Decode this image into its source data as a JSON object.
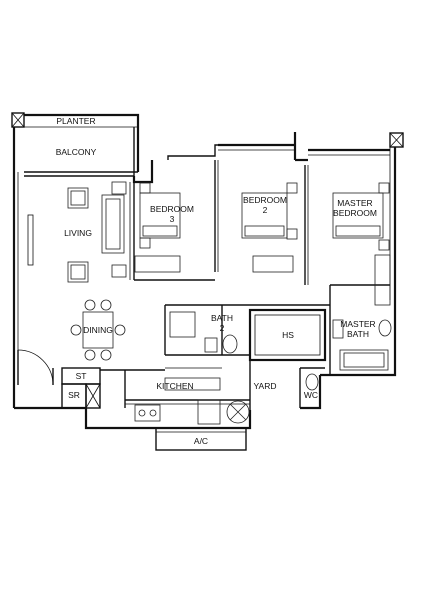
{
  "rooms": {
    "planter": "PLANTER",
    "balcony": "BALCONY",
    "living": "LIVING",
    "bedroom3": [
      "BEDROOM",
      "3"
    ],
    "bedroom2": [
      "BEDROOM",
      "2"
    ],
    "master_bedroom": [
      "MASTER",
      "BEDROOM"
    ],
    "dining": "DINING",
    "bath2": [
      "BATH",
      "2"
    ],
    "hs": "HS",
    "master_bath": [
      "MASTER",
      "BATH"
    ],
    "st": "ST",
    "sr": "SR",
    "kitchen": "KITCHEN",
    "yard": "YARD",
    "wc": "WC",
    "ac": "A/C"
  }
}
